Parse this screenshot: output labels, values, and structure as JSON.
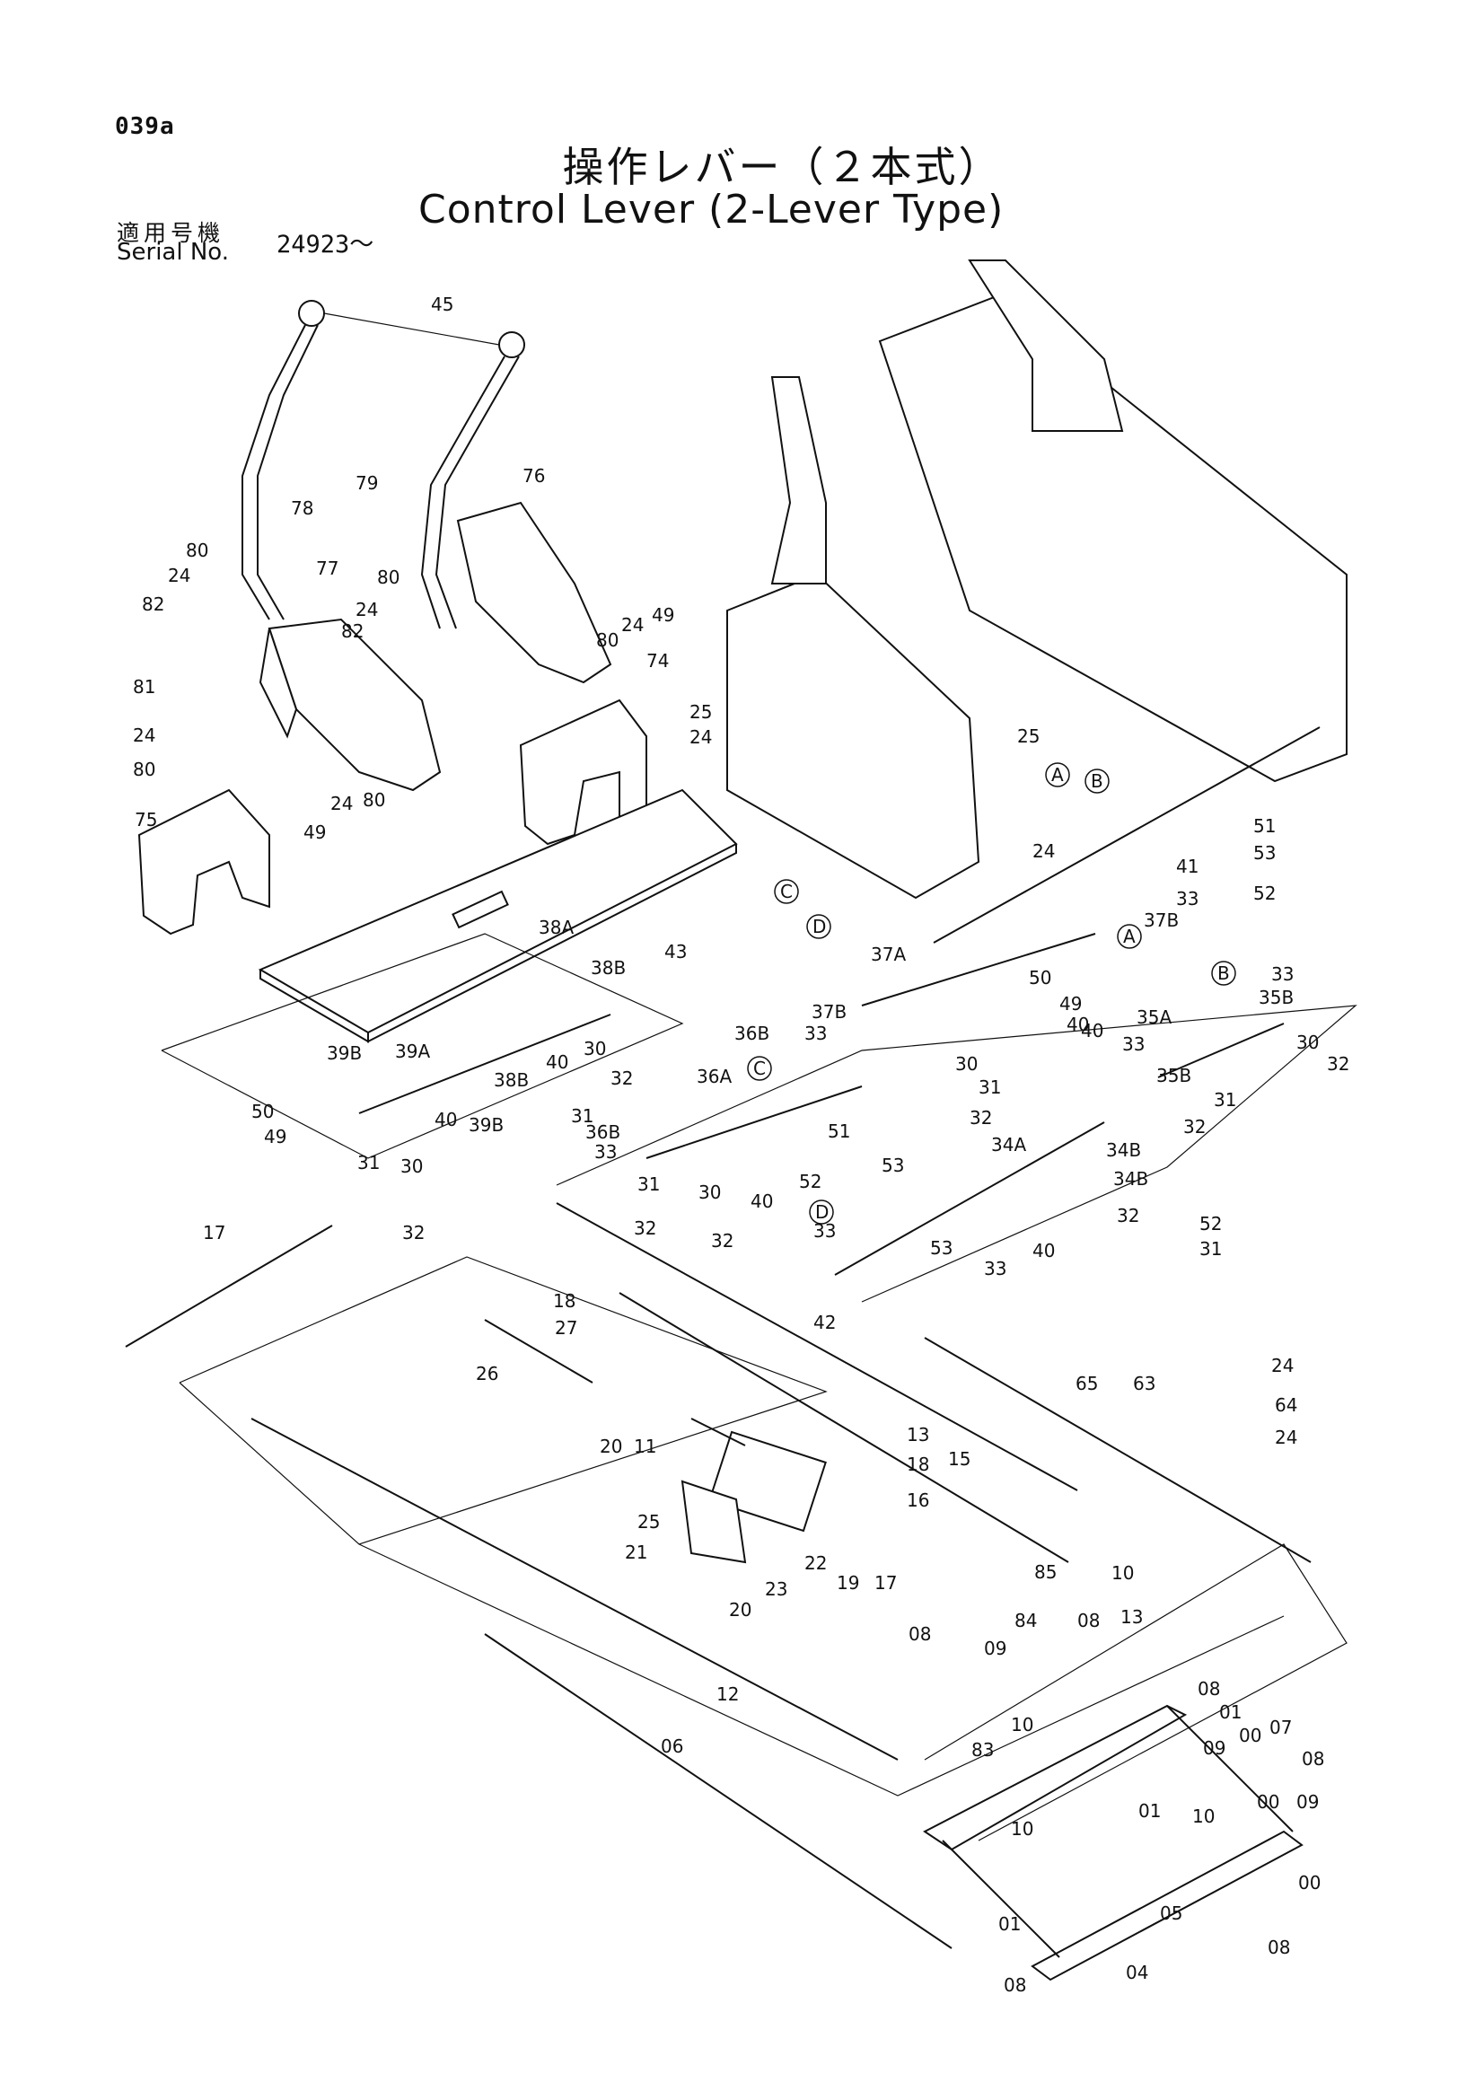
{
  "header": {
    "page_code": "039a",
    "title_jp": "操作レバー（２本式）",
    "title_en": "Control Lever (2-Lever Type)",
    "serial_label_jp": "適用号機",
    "serial_label_en": "Serial No.",
    "serial_value": "24923～"
  },
  "callouts": [
    "45",
    "78",
    "79",
    "76",
    "80",
    "24",
    "82",
    "77",
    "24",
    "80",
    "82",
    "24",
    "80",
    "49",
    "81",
    "24",
    "80",
    "74",
    "25",
    "24",
    "75",
    "49",
    "24",
    "80",
    "25",
    "24",
    "51",
    "53",
    "52",
    "41",
    "33",
    "37B",
    "43",
    "38A",
    "38B",
    "37A",
    "50",
    "49",
    "40",
    "35A",
    "33",
    "35B",
    "40",
    "30",
    "32",
    "36B",
    "33",
    "37B",
    "30",
    "31",
    "32",
    "36A",
    "33",
    "35B",
    "31",
    "32",
    "39A",
    "50",
    "39B",
    "49",
    "40",
    "30",
    "32",
    "31",
    "38B",
    "39B",
    "40",
    "30",
    "31",
    "32",
    "34A",
    "34B",
    "36B",
    "33",
    "53",
    "51",
    "52",
    "30",
    "31",
    "32",
    "40",
    "32",
    "34B",
    "32",
    "40",
    "33",
    "53",
    "52",
    "31",
    "33",
    "42",
    "17",
    "18",
    "27",
    "26",
    "20",
    "11",
    "13",
    "15",
    "65",
    "63",
    "24",
    "64",
    "24",
    "25",
    "21",
    "22",
    "23",
    "20",
    "19",
    "17",
    "18",
    "16",
    "08",
    "85",
    "84",
    "08",
    "09",
    "10",
    "13",
    "12",
    "06",
    "08",
    "01",
    "00",
    "07",
    "08",
    "09",
    "10",
    "83",
    "10",
    "01",
    "00",
    "09",
    "10",
    "01",
    "00",
    "08",
    "05",
    "04",
    "08"
  ],
  "markers": [
    "A",
    "B",
    "C",
    "D",
    "A",
    "C",
    "D",
    "B"
  ]
}
